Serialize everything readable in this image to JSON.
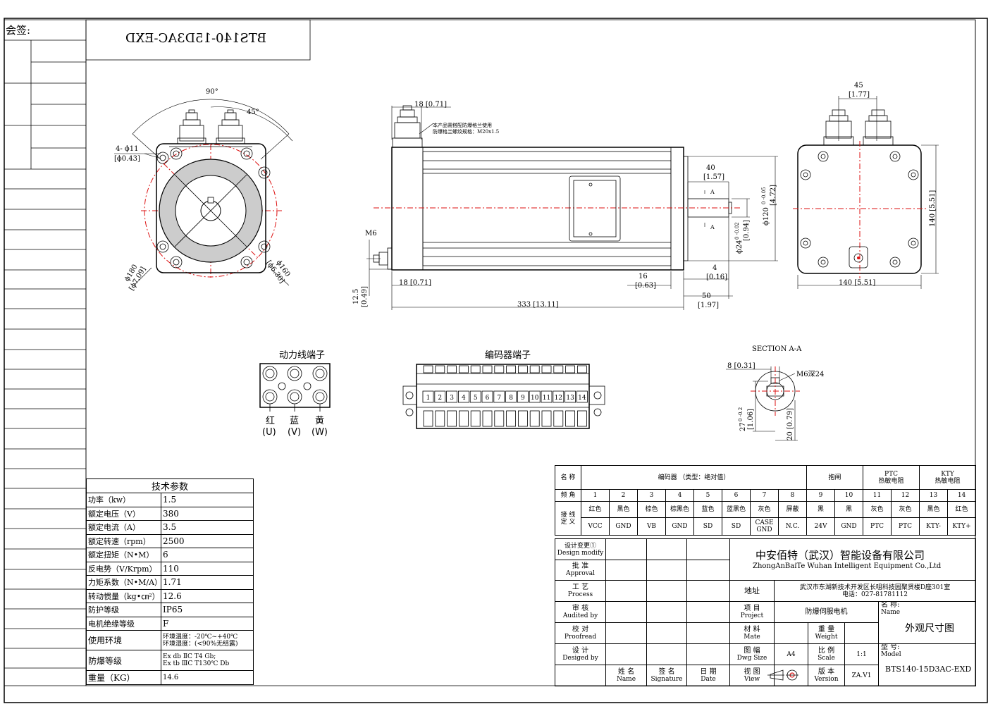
{
  "title_box": {
    "model_mirrored": "BTS140-15D3AC-EXD"
  },
  "countersign": {
    "label": "会签:"
  },
  "front_view": {
    "angle_90": "90°",
    "angle_45": "45°",
    "holes_label": "4- ϕ11",
    "holes_label_in": "[ϕ0.43]",
    "pcd_label": "ϕ180",
    "pcd_label_in": "[ϕ7.09]",
    "spigot_label": "ϕ160",
    "spigot_label_in": "[ϕ6.30]"
  },
  "side_view": {
    "dim_18_top": "18 [0.71]",
    "note_line1": "本产品需搭配防爆格兰使用",
    "note_line2": "防爆格兰螺纹规格：M20x1.5",
    "dim_40": "40",
    "dim_40_in": "[1.57]",
    "dim_120": "ϕ120",
    "dim_120_tol": "0 -0.05",
    "dim_120_in": "[4.72]",
    "dim_24": "ϕ24",
    "dim_24_tol": "0 -0.02",
    "dim_24_in": "[0.94]",
    "section_a": "A",
    "dim_m6": "M6",
    "dim_18_bottom": "18 [0.71]",
    "dim_16": "16",
    "dim_16_in": "[0.63]",
    "dim_4": "4",
    "dim_4_in": "[0.16]",
    "dim_50": "50",
    "dim_50_in": "[1.97]",
    "dim_12_5": "12.5",
    "dim_12_5_in": "[0.49]",
    "dim_333": "333 [13.11]"
  },
  "rear_view": {
    "dim_45": "45",
    "dim_45_in": "[1.77]",
    "dim_140_h": "140 [5.51]",
    "dim_140_v": "140 [5.51]"
  },
  "section_view": {
    "title": "SECTION A-A",
    "dim_8": "8 [0.31]",
    "thread": "M6深24",
    "dim_27": "27",
    "dim_27_tol": "0 -0.2",
    "dim_27_in": "[1.06]",
    "dim_20": "20 [0.79]"
  },
  "power_terminal": {
    "title": "动力线端子",
    "colors": [
      "红",
      "蓝",
      "黄"
    ],
    "phases": [
      "(U)",
      "(V)",
      "(W)"
    ]
  },
  "encoder_terminal": {
    "title": "编码器端子",
    "pins": [
      "1",
      "2",
      "3",
      "4",
      "5",
      "6",
      "7",
      "8",
      "9",
      "10",
      "11",
      "12",
      "13",
      "14"
    ]
  },
  "tech_params": {
    "title": "技术参数",
    "rows": [
      {
        "k": "功率（kw）",
        "v": "1.5"
      },
      {
        "k": "额定电压（V）",
        "v": "380"
      },
      {
        "k": "额定电流（A）",
        "v": "3.5"
      },
      {
        "k": "额定转速（rpm）",
        "v": "2500"
      },
      {
        "k": "额定扭矩（N•M）",
        "v": "6"
      },
      {
        "k": "反电势（V/Krpm）",
        "v": "110"
      },
      {
        "k": "力矩系数（N•M/A）",
        "v": "1.71"
      },
      {
        "k": "转动惯量（kg•㎝²）",
        "v": "12.6"
      },
      {
        "k": "防护等级",
        "v": "IP65"
      },
      {
        "k": "电机绝缘等级",
        "v": "F"
      }
    ],
    "env_label": "使用环境",
    "env_line1": "环境温度：-20℃~+40℃",
    "env_line2": "环境湿度：(<90%无结露)",
    "ex_label": "防爆等级",
    "ex_line1": "Ex db ⅡC T4 Gb;",
    "ex_line2": "Ex tb ⅢC T130℃ Db",
    "weight_label": "重量（KG）",
    "weight_value": "14.6"
  },
  "pin_table": {
    "name_label": "名 称",
    "encoder_header": "编码器  （类型：绝对值）",
    "brake_header": "抱闸",
    "ptc_header_1": "PTC",
    "ptc_header_2": "热敏电阻",
    "kty_header_1": "KTY",
    "kty_header_2": "热敏电阻",
    "pin_label": "频 角",
    "wire_label_1": "接 线",
    "wire_label_2": "定 义",
    "pins": [
      "1",
      "2",
      "3",
      "4",
      "5",
      "6",
      "7",
      "8",
      "9",
      "10",
      "11",
      "12",
      "13",
      "14"
    ],
    "colors": [
      "红色",
      "黑色",
      "棕色",
      "棕黑色",
      "蓝色",
      "蓝黑色",
      "灰色",
      "屏蔽",
      "黑",
      "黑",
      "灰色",
      "灰色",
      "黑色",
      "红色"
    ],
    "signals": [
      "VCC",
      "GND",
      "VB",
      "GND",
      "SD",
      "SD",
      "CASE GND",
      "N.C.",
      "24V",
      "GND",
      "PTC",
      "PTC",
      "KTY-",
      "KTY+"
    ]
  },
  "title_block": {
    "company_cn": "中安佰特（武汉）智能设备有限公司",
    "company_en": "ZhongAnBaiTe Wuhan Intelligent Equipment Co.,Ltd",
    "design_modify": "设计变更①",
    "design_modify_en": "Design modify",
    "approval": "批 准",
    "approval_en": "Approval",
    "process": "工 艺",
    "process_en": "Process",
    "audited": "审 核",
    "audited_en": "Audited by",
    "proofread": "校 对",
    "proofread_en": "Proofread",
    "designed": "设 计",
    "designed_en": "Desiged by",
    "name": "姓 名",
    "name_en": "Name",
    "signature": "签 名",
    "signature_en": "Signature",
    "date": "日 期",
    "date_en": "Date",
    "address_label": "地址",
    "address_line1": "武汉市东湖新技术开发区长咀科技园聚贤楼D座301室",
    "address_line2": "电话：027-81781112",
    "project_label": "项 目",
    "project_label_en": "Project",
    "project_value": "防爆伺服电机",
    "material_label": "材 料",
    "material_label_en": "Mate",
    "weight_label": "重 量",
    "weight_label_en": "Weight",
    "dwg_label": "图 幅",
    "dwg_label_en": "Dwg Size",
    "dwg_value": "A4",
    "scale_label": "比 例",
    "scale_label_en": "Scale",
    "scale_value": "1:1",
    "view_label": "视 图",
    "view_label_en": "View",
    "version_label": "版 本",
    "version_label_en": "Version",
    "version_value": "ZA.V1",
    "part_name_label": "名 称:",
    "part_name_label_en": "Name",
    "part_name_value": "外观尺寸图",
    "model_label": "型 号:",
    "model_label_en": "Model",
    "model_value": "BTS140-15D3AC-EXD"
  }
}
